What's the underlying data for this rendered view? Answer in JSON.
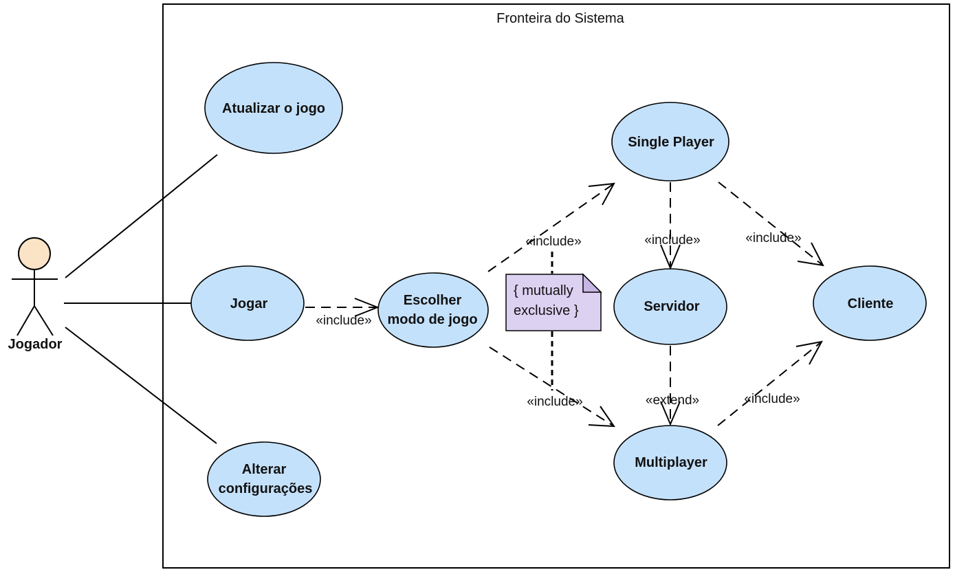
{
  "boundary": {
    "title": "Fronteira do Sistema"
  },
  "actor": {
    "name": "Jogador"
  },
  "use_cases": {
    "atualizar": "Atualizar o jogo",
    "jogar": "Jogar",
    "alterar": [
      "Alterar",
      "configurações"
    ],
    "escolher": [
      "Escolher",
      "modo de jogo"
    ],
    "single_player": "Single Player",
    "servidor": "Servidor",
    "cliente": "Cliente",
    "multiplayer": "Multiplayer"
  },
  "relations": {
    "jogar_escolher": "«include»",
    "escolher_single": "«include»",
    "escolher_multi": "«include»",
    "single_servidor": "«include»",
    "single_cliente": "«include»",
    "servidor_multi": "«extend»",
    "multi_cliente": "«include»"
  },
  "note": {
    "lines": [
      "{ mutually",
      "exclusive }"
    ]
  },
  "colors": {
    "use_case_fill": "#c4e1fb",
    "actor_head_fill": "#fbe3c6",
    "note_fill": "#ddd1f2",
    "note_fold_fill": "#c7b5e6"
  }
}
